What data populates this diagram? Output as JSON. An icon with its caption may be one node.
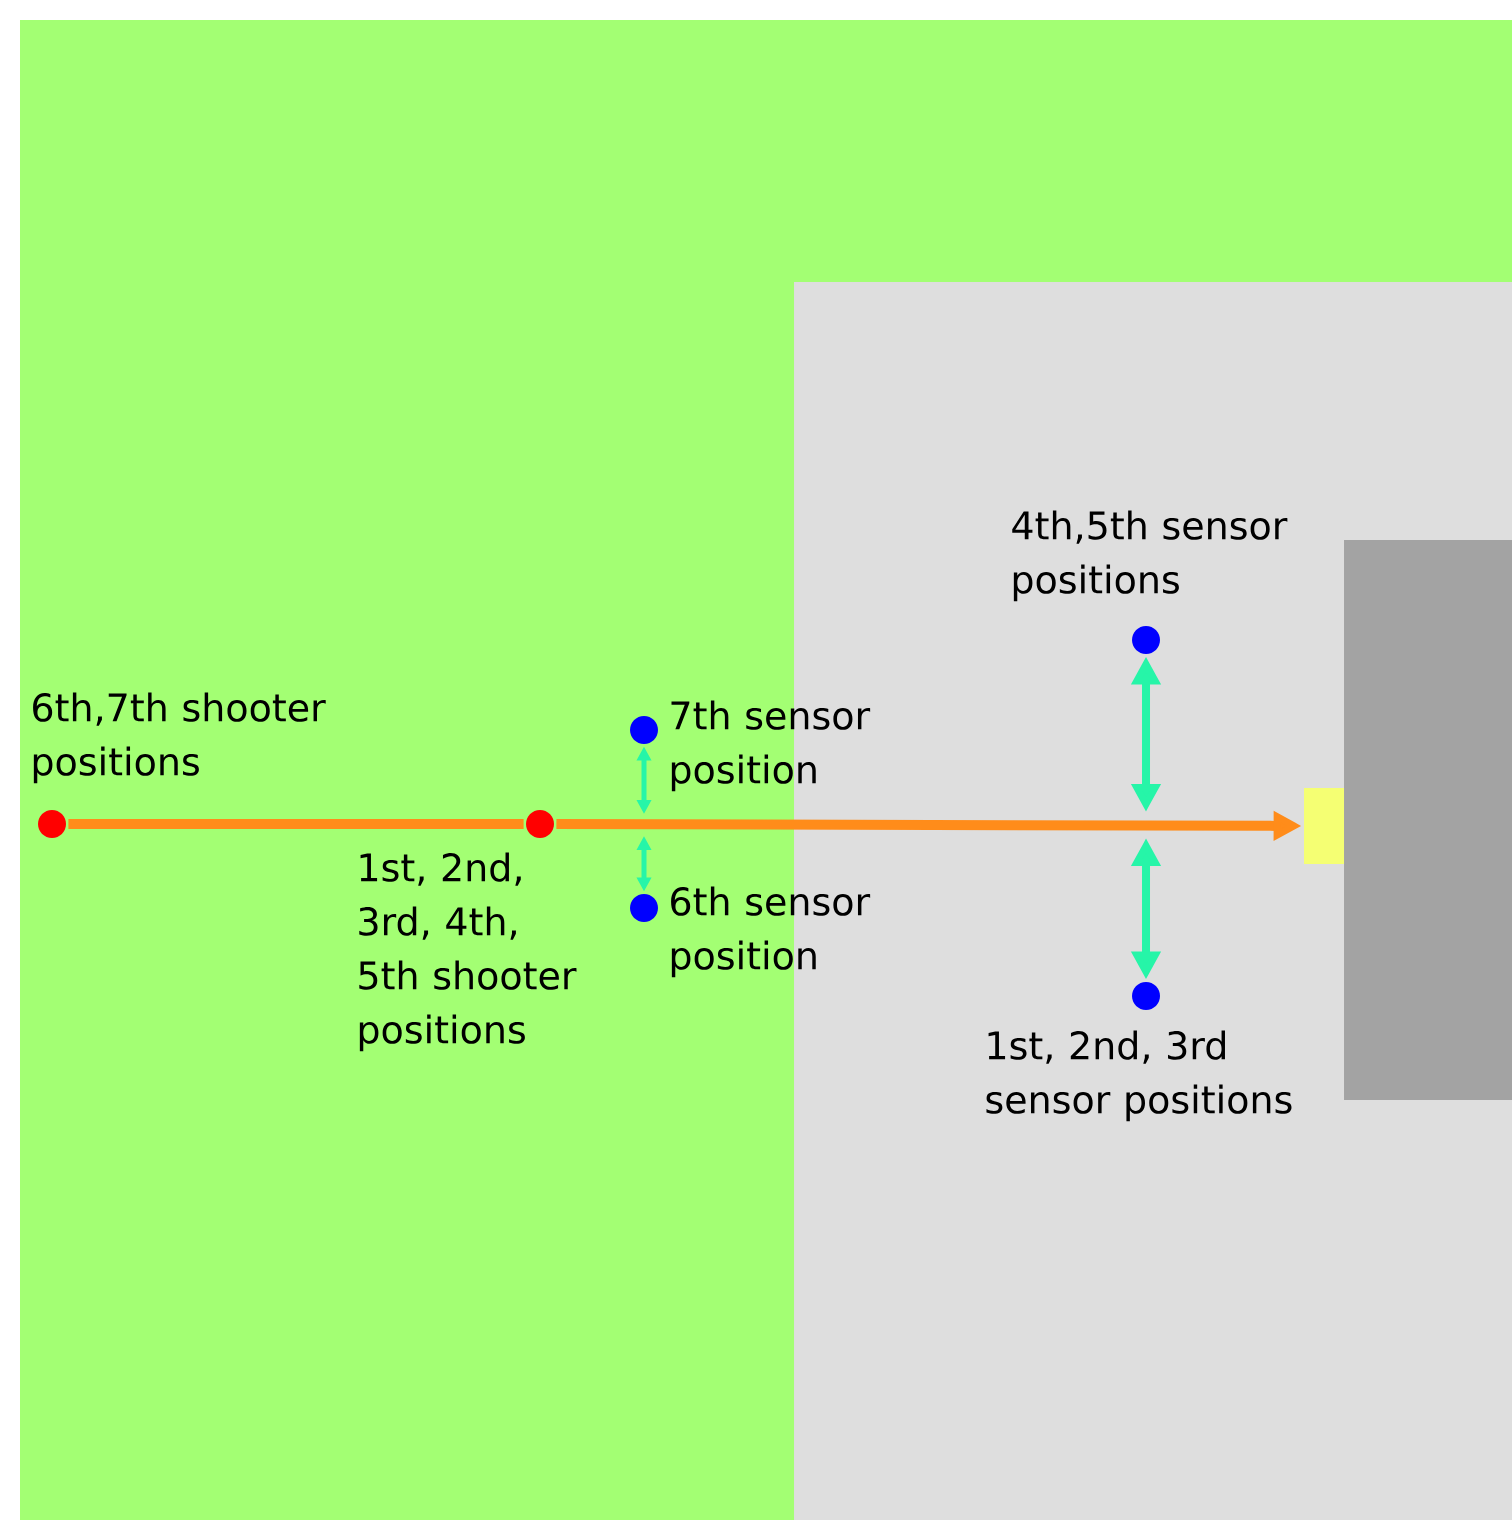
{
  "diagram": {
    "nodes": [
      {
        "text": [],
        "shape": "circle",
        "beside": [
          "6th,7th shooter positions"
        ]
      },
      {
        "text": [],
        "shape": "circle",
        "beside": [
          "1st, 2nd, 3rd, 4th, 5th shooter positions"
        ]
      },
      {
        "text": [],
        "shape": "circle",
        "beside": [
          "7th sensor position"
        ]
      },
      {
        "text": [],
        "shape": "circle",
        "beside": [
          "6th sensor position"
        ]
      },
      {
        "text": [],
        "shape": "circle",
        "beside": [
          "4th,5th sensor positions"
        ]
      },
      {
        "text": [],
        "shape": "circle",
        "beside": [
          "1st, 2nd, 3rd sensor positions"
        ]
      },
      {
        "text": [],
        "shape": "box"
      },
      {
        "text": [],
        "shape": "box"
      }
    ],
    "edges": [
      {
        "from": 0,
        "to": 1,
        "arrow": "none",
        "color": "#ff8c1a"
      },
      {
        "from": 1,
        "to": 6,
        "arrow": "to",
        "color": "#ff8c1a"
      },
      {
        "from": 2,
        "to": null,
        "arrow": "both"
      },
      {
        "from": 3,
        "to": null,
        "arrow": "both"
      },
      {
        "from": 4,
        "to": null,
        "arrow": "both"
      },
      {
        "from": 5,
        "to": null,
        "arrow": "both"
      }
    ]
  }
}
